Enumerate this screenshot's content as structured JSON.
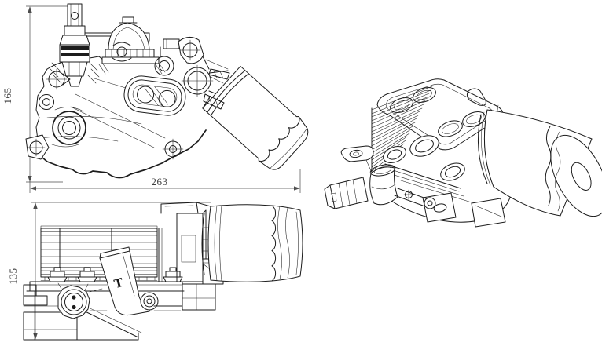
{
  "drawing": {
    "type": "technical-line-drawing",
    "colors": {
      "background": "#ffffff",
      "line": "#1c1c1c",
      "dimension": "#4d4d4d"
    },
    "views": {
      "front": {
        "dim_height": "165",
        "dim_width": "263"
      },
      "side": {
        "dim_height": "135",
        "marking": "T"
      },
      "isometric": {}
    }
  }
}
